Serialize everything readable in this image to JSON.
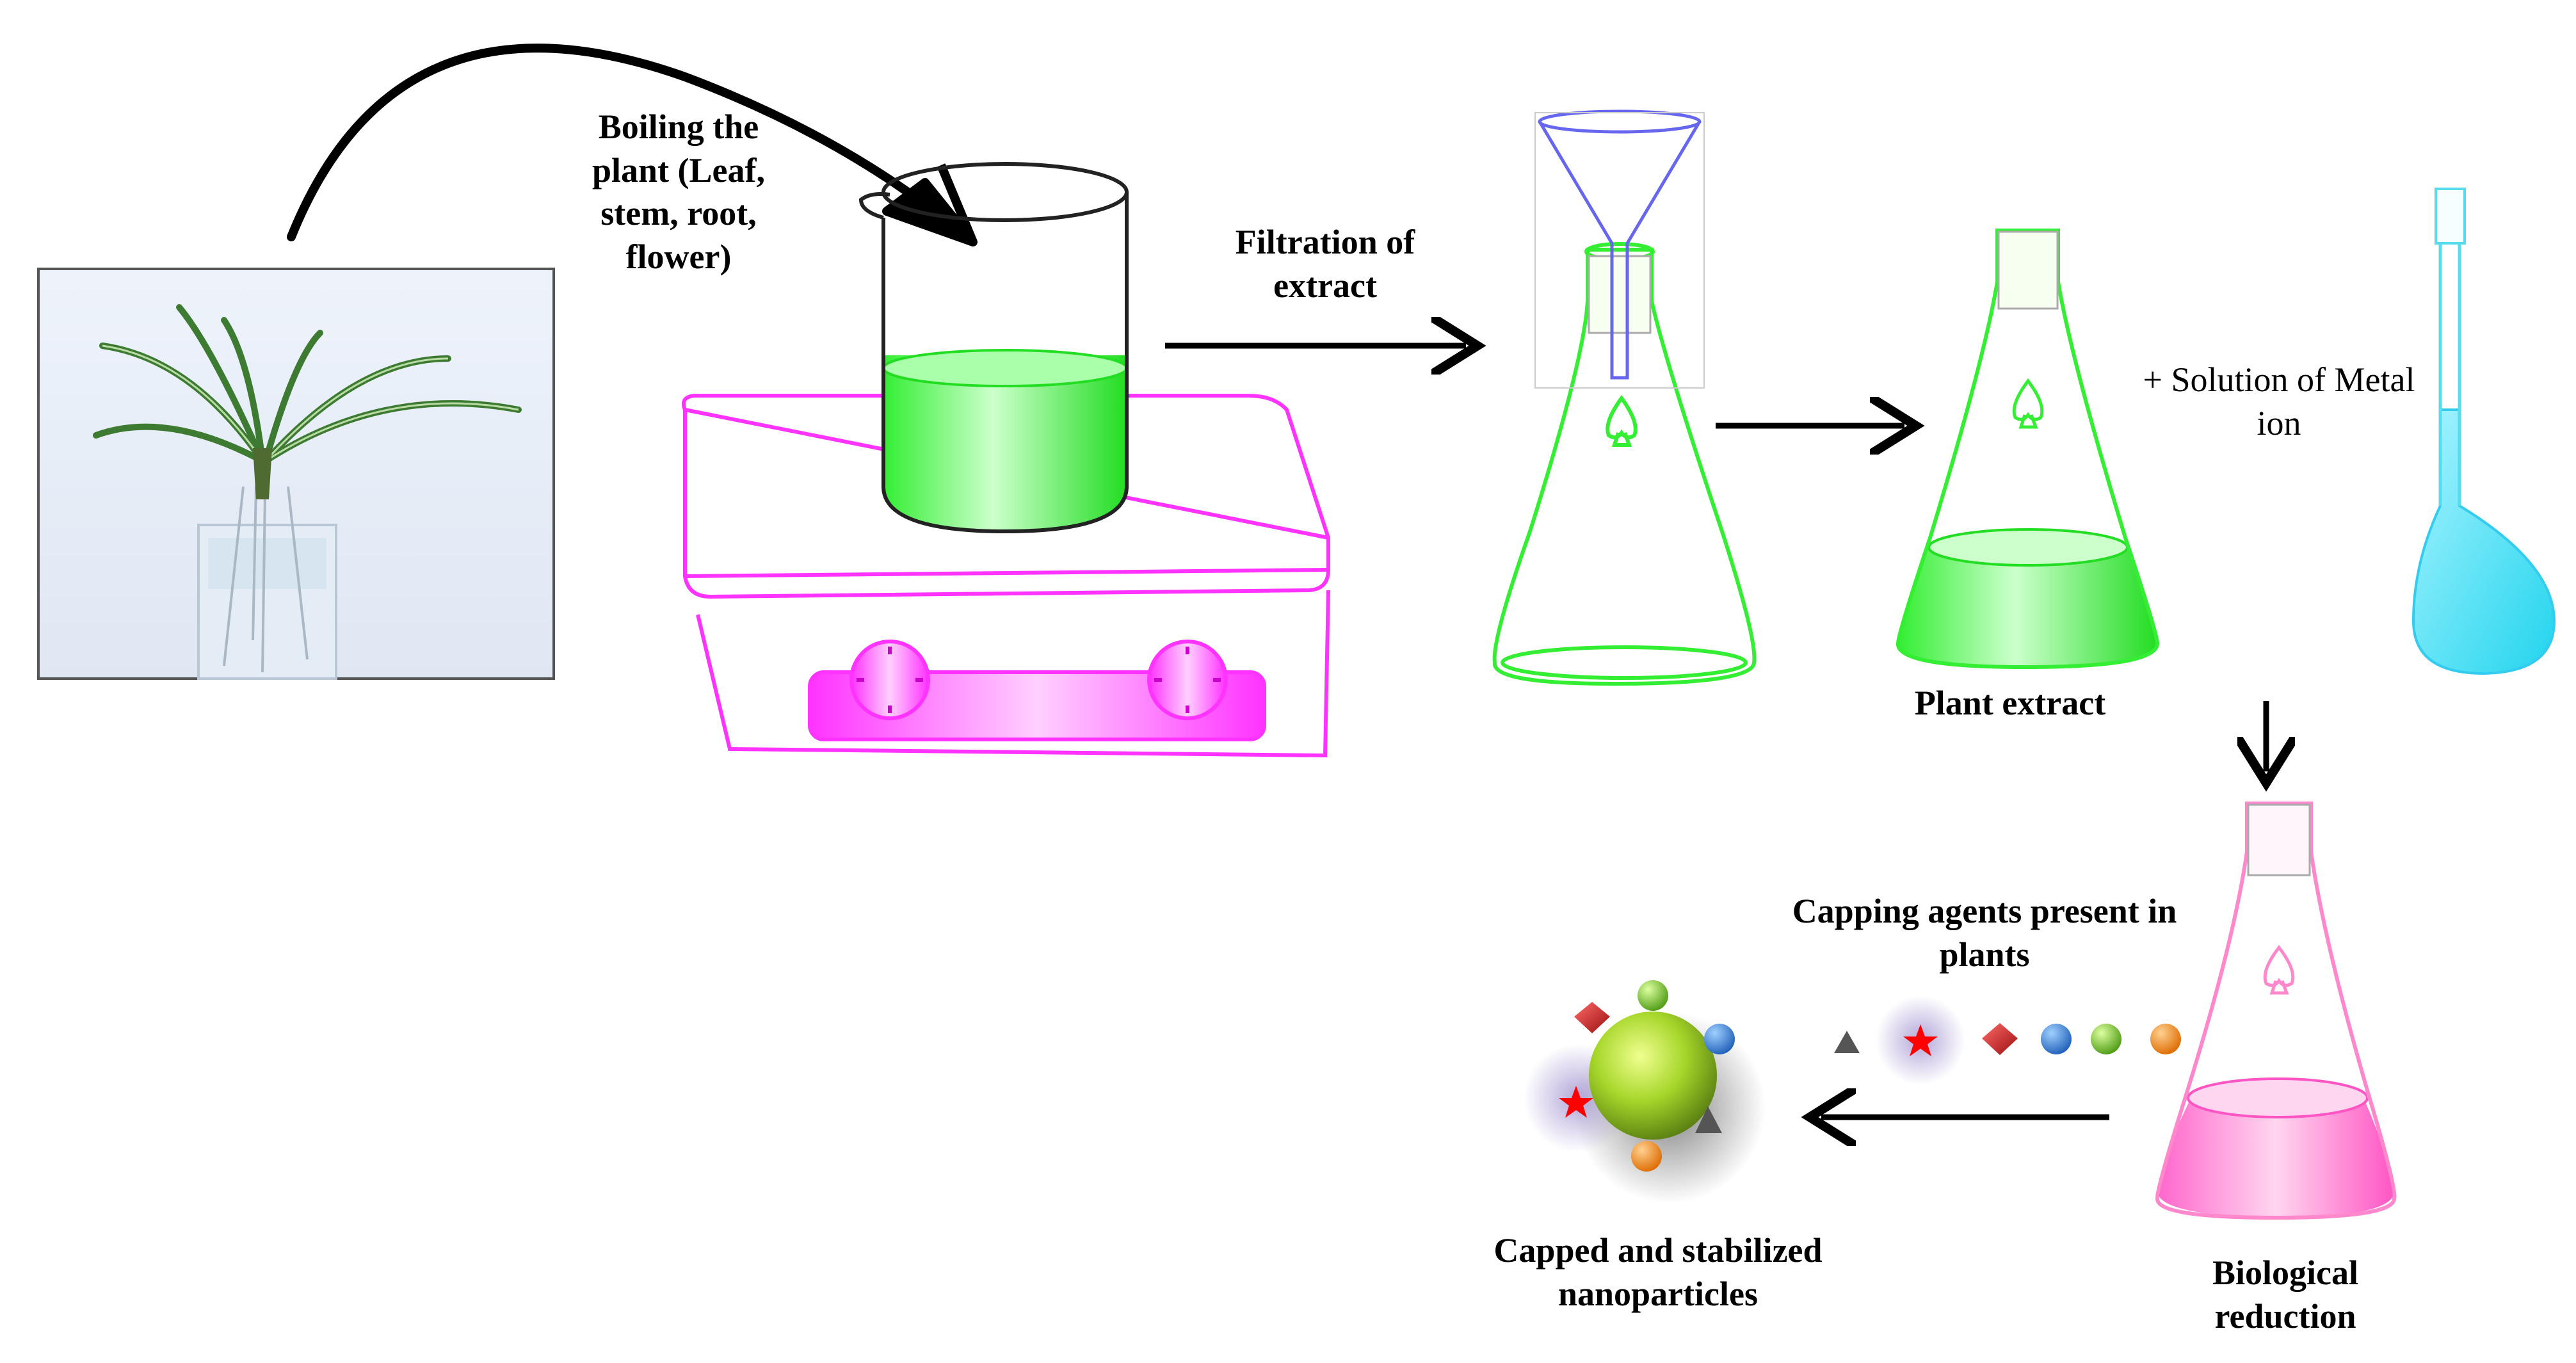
{
  "labels": {
    "boiling": "Boiling the plant (Leaf, stem, root, flower)",
    "filtration": "Filtration of extract",
    "plant_extract": "Plant extract",
    "metal_solution": "+ Solution of Metal  ion",
    "capping": "Capping agents present in plants",
    "bio_reduction": "Biological reduction",
    "nanoparticles": "Capped and stabilized nanoparticles"
  },
  "colors": {
    "hotplate": "#ff33ff",
    "extract_green": "#33ff33",
    "metal_cyan": "#33ddee",
    "reduction_pink": "#ff66cc",
    "funnel": "#6666ee",
    "nanoparticle": "#a6d62a",
    "arrow": "#000000",
    "star": "#ff0000"
  },
  "icons": {
    "plant": "plant-in-jar-icon",
    "beaker": "beaker-icon",
    "hotplate": "hotplate-stirrer-icon",
    "funnel": "funnel-icon",
    "flask": "conical-flask-icon",
    "volumetric": "volumetric-flask-icon",
    "nanoparticle": "capped-nanoparticle-icon",
    "capping": [
      "triangle-icon",
      "star-icon",
      "diamond-icon",
      "blue-sphere-icon",
      "green-sphere-icon",
      "orange-sphere-icon"
    ]
  }
}
